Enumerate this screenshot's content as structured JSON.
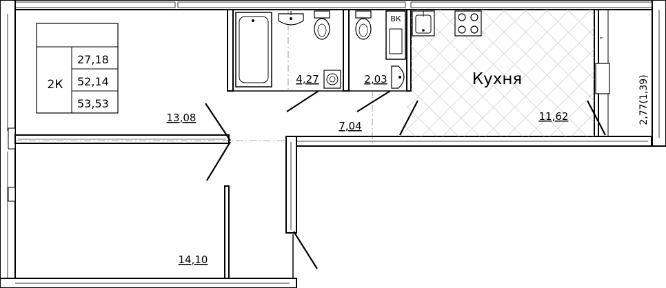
{
  "apartment": {
    "type_code": "2К",
    "living_area": "27,18",
    "total_area": "52,14",
    "total_area_with_balcony": "53,53"
  },
  "rooms": {
    "bathroom_area": "4,27",
    "toilet_area": "2,03",
    "hall_area": "7,04",
    "kitchen_name": "Кухня",
    "kitchen_area": "11,62",
    "bedroom_top_area": "13,08",
    "bedroom_bottom_area": "14,10",
    "loggia_area": "2,77(1,39)"
  },
  "fixtures": {
    "riser_label": "ВК"
  },
  "colors": {
    "line": "#000000",
    "background": "#ffffff",
    "hatch": "#c8c8c8"
  }
}
